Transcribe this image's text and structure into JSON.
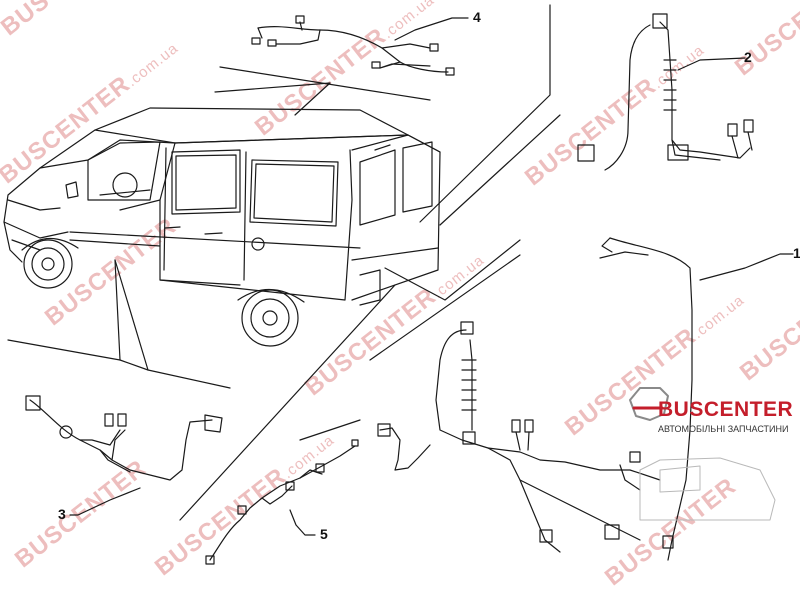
{
  "callouts": {
    "c1": "1",
    "c2": "2",
    "c3": "3",
    "c4": "4",
    "c5": "5"
  },
  "watermark": {
    "brand": "BUSCENTER",
    "domain": ".com.ua"
  },
  "logo": {
    "title": "BUSCENTER",
    "subtitle": "АВТОМОБІЛЬНІ ЗАПЧАСТИНИ",
    "colors": {
      "red": "#c41e2b",
      "gray": "#8a8a8a"
    }
  },
  "colors": {
    "line": "#1a1a1a",
    "watermark": "#e08a8a"
  }
}
